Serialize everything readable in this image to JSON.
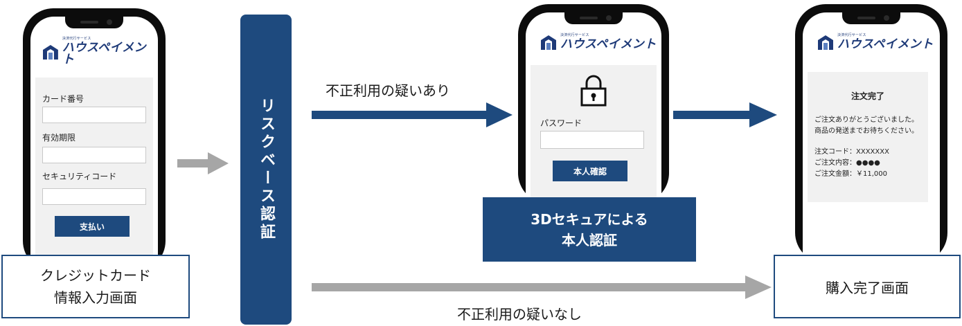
{
  "brand": {
    "sub": "決済代行サービス",
    "name": "ハウスペイメント"
  },
  "card_screen": {
    "fields": [
      "カード番号",
      "有効期限",
      "セキュリティコード"
    ],
    "pay_button": "支払い",
    "caption_line1": "クレジットカード",
    "caption_line2": "情報入力画面"
  },
  "risk_label": "リスクベース認証",
  "flow": {
    "suspicious": "不正利用の疑いあり",
    "not_suspicious": "不正利用の疑いなし"
  },
  "auth_screen": {
    "password_label": "パスワード",
    "confirm_button": "本人確認",
    "caption_line1": "3Dセキュアによる",
    "caption_line2": "本人認証"
  },
  "complete_screen": {
    "title": "注文完了",
    "thanks_line1": "ご注文ありがとうございました。",
    "thanks_line2": "商品の発送までお待ちください。",
    "order_code": "注文コード：XXXXXXX",
    "order_content": "ご注文内容：●●●●",
    "order_amount": "ご注文金額：￥11,000",
    "caption": "購入完了画面"
  },
  "colors": {
    "navy": "#1e4a7e",
    "gray_arrow": "#a6a6a6",
    "panel": "#f1f1f1"
  }
}
